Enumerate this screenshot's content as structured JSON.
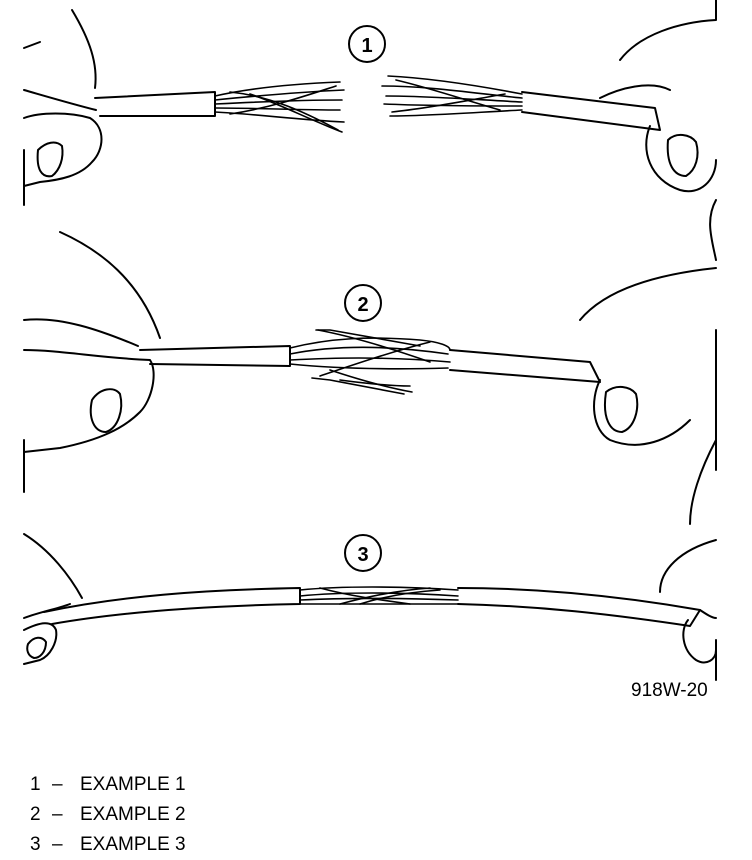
{
  "figure_id": "918W-20",
  "callouts": [
    "1",
    "2",
    "3"
  ],
  "legend": [
    {
      "num": "1",
      "dash": "–",
      "label": "EXAMPLE 1"
    },
    {
      "num": "2",
      "dash": "–",
      "label": "EXAMPLE 2"
    },
    {
      "num": "3",
      "dash": "–",
      "label": "EXAMPLE 3"
    }
  ]
}
